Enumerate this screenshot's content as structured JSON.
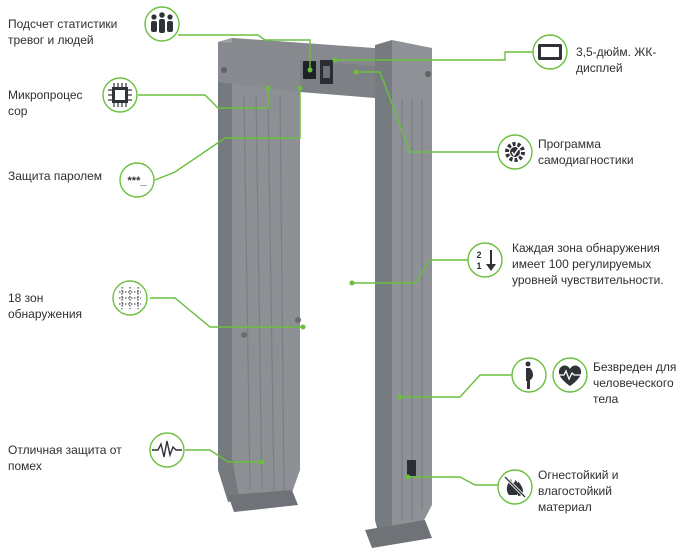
{
  "features": {
    "stats": {
      "label": "Подсчет статистики тревог и людей",
      "icon": "people-group-icon"
    },
    "cpu": {
      "label": "Микропроцес сор",
      "icon": "chip-icon"
    },
    "password": {
      "label": "Защита паролем",
      "icon": "password-dots-icon",
      "icon_text": "***_"
    },
    "zones": {
      "label": "18 зон обнаружения",
      "icon": "detection-zones-icon"
    },
    "interference": {
      "label": "Отличная защита от помех",
      "icon": "waveform-icon"
    },
    "lcd": {
      "label": "3,5-дюйм. ЖК-дисплей",
      "icon": "display-icon"
    },
    "diagnostics": {
      "label": "Программа самодиагностики",
      "icon": "gear-check-icon"
    },
    "sensitivity": {
      "label": "Каждая зона обнаружения имеет 100 регулируемых уровней чувствительности.",
      "icon": "sort-numeric-icon",
      "icon_top": "2",
      "icon_bottom": "1"
    },
    "safe": {
      "label": "Безвреден для человеческого тела",
      "icon_a": "pregnant-woman-icon",
      "icon_b": "heart-pulse-icon"
    },
    "material": {
      "label": "Огнестойкий и влагостойкий материал",
      "icon": "fire-water-off-icon"
    }
  },
  "colors": {
    "accent": "#6abf3f",
    "frame": "#8a8e92",
    "frame_dark": "#6e7276",
    "frame_light": "#a4a8ac",
    "icon_dark": "#2f3237"
  }
}
